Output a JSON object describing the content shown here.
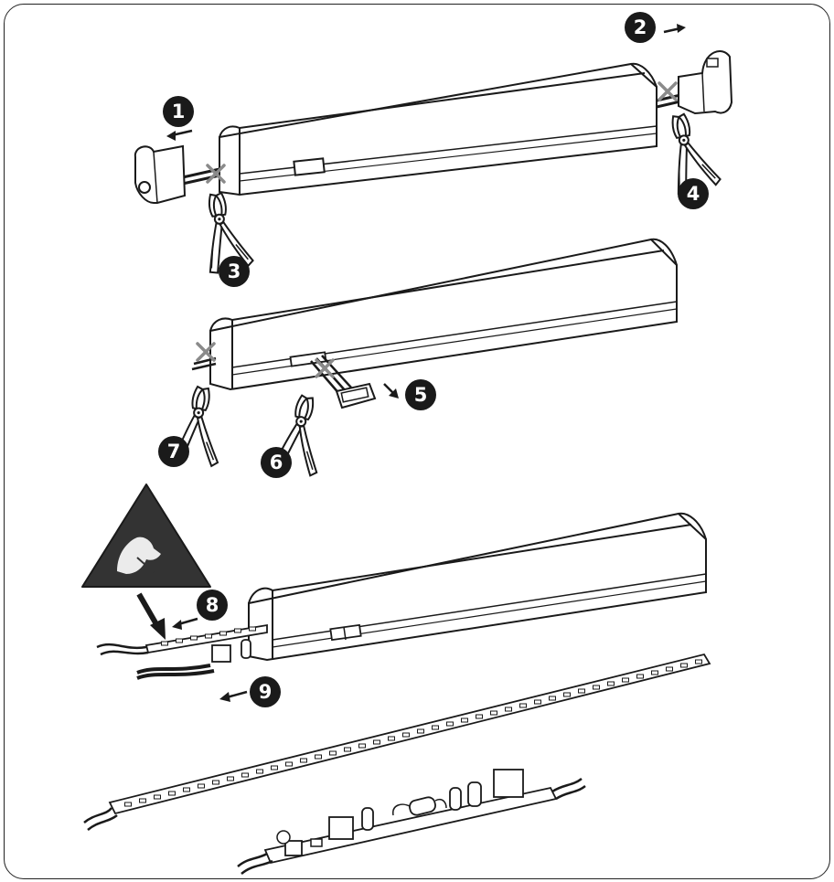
{
  "colors": {
    "outline": "#1a1a1a",
    "badge_fill": "#1a1a1a",
    "badge_text": "#ffffff",
    "cross_mark": "#8a8a8a",
    "esd_fill": "#333333",
    "background": "#ffffff"
  },
  "steps": [
    {
      "number": "1",
      "label": "remove-left-end-cap",
      "arrow": "left"
    },
    {
      "number": "2",
      "label": "remove-right-end-cap",
      "arrow": "right"
    },
    {
      "number": "3",
      "label": "cut-left-cable",
      "arrow": null
    },
    {
      "number": "4",
      "label": "cut-right-cable",
      "arrow": null
    },
    {
      "number": "5",
      "label": "pull-out-connector",
      "arrow": "down-right"
    },
    {
      "number": "6",
      "label": "cut-connector-cable",
      "arrow": null
    },
    {
      "number": "7",
      "label": "cut-end-cable",
      "arrow": null
    },
    {
      "number": "8",
      "label": "esd-handling",
      "arrow": "left"
    },
    {
      "number": "9",
      "label": "slide-out-led-strip",
      "arrow": "left"
    }
  ],
  "icons": [
    "esd-warning-icon",
    "side-cutter-icon",
    "cross-cut-icon",
    "direction-arrow-icon"
  ]
}
